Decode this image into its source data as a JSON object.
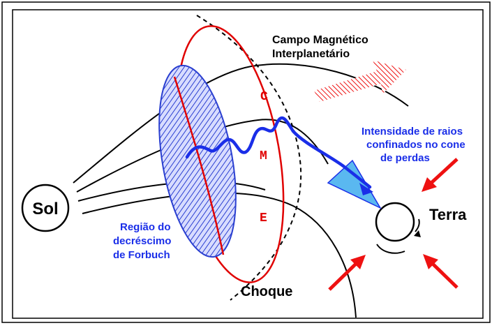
{
  "diagram": {
    "labels": {
      "sun": "Sol",
      "earth": "Terra",
      "imf_line1": "Campo Magnético",
      "imf_line2": "Interplanetário",
      "shock": "Choque",
      "forbush_line1": "Região do",
      "forbush_line2": "decréscimo",
      "forbush_line3": "de Forbuch",
      "losscone_line1": "Intensidade de raios",
      "losscone_line2": "confinados no cone",
      "losscone_line3": "de perdas",
      "cme_c": "C",
      "cme_m": "M",
      "cme_e": "E"
    },
    "colors": {
      "frame": "#000000",
      "field_lines": "#000000",
      "cme_outline": "#e00000",
      "forbush_fill": "#2a3fd0",
      "particle_path": "#1a2ee8",
      "loss_cone": "#5ab8f0",
      "arrows": "#ee1111",
      "label_blue": "#1a2ee8",
      "label_red": "#e00000"
    }
  }
}
